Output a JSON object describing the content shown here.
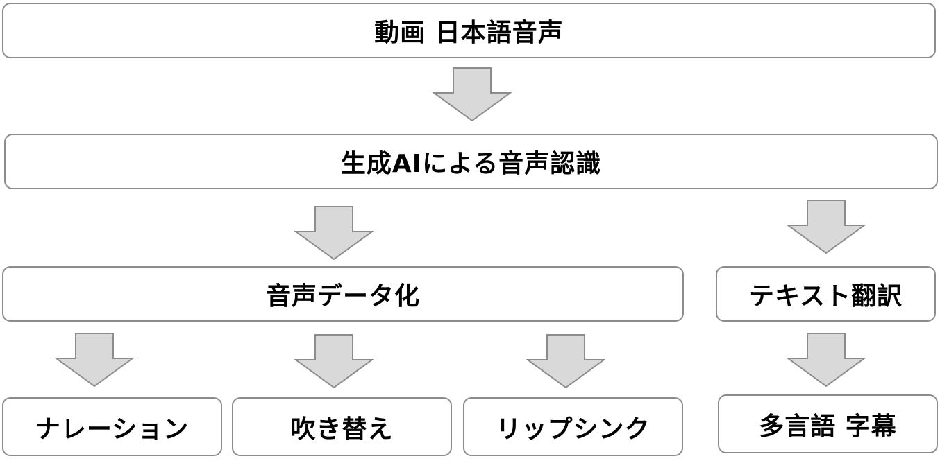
{
  "diagram": {
    "top": "動画 日本語音声",
    "asr": "生成AIによる音声認識",
    "voice_data": "音声データ化",
    "translation": "テキスト翻訳",
    "narration": "ナレーション",
    "dubbing": "吹き替え",
    "lip_sync": "リップシンク",
    "subtitles": "多言語 字幕"
  },
  "colors": {
    "box_border": "#8c8c8c",
    "arrow_fill": "#d9d9d9",
    "text": "#000000"
  }
}
